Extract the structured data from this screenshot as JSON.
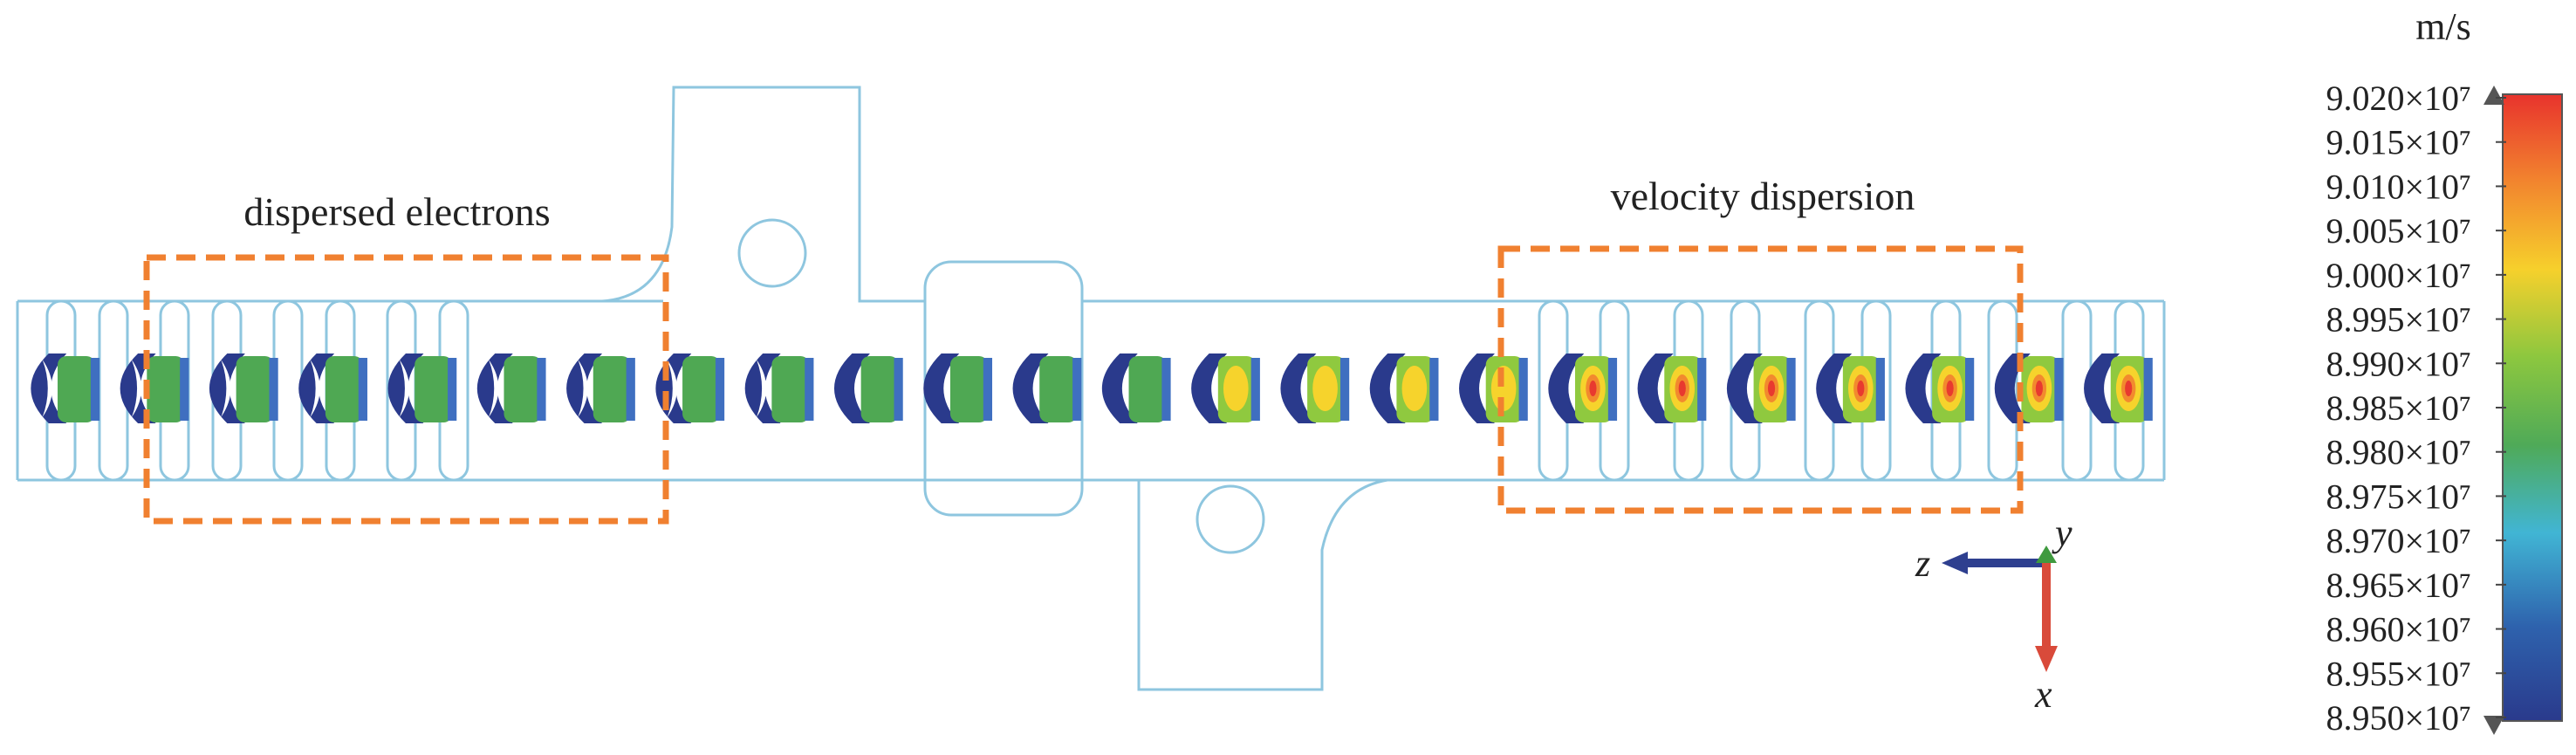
{
  "annotations": {
    "left_box_label": "dispersed electrons",
    "right_box_label": "velocity dispersion"
  },
  "axes": {
    "z": "z",
    "y": "y",
    "x": "x",
    "colors": {
      "z": "#2e3f8f",
      "y": "#3f9a3f",
      "x": "#d94a3a"
    }
  },
  "colorbar": {
    "unit": "m/s",
    "ticks": [
      "9.020×10⁷",
      "9.015×10⁷",
      "9.010×10⁷",
      "9.005×10⁷",
      "9.000×10⁷",
      "8.995×10⁷",
      "8.990×10⁷",
      "8.985×10⁷",
      "8.980×10⁷",
      "8.975×10⁷",
      "8.970×10⁷",
      "8.965×10⁷",
      "8.960×10⁷",
      "8.955×10⁷",
      "8.950×10⁷"
    ],
    "colors": [
      "#e83a2f",
      "#f28a2e",
      "#f6d32c",
      "#8fc93f",
      "#4fa853",
      "#3fb6d8",
      "#2b5aa6",
      "#2a3a8c"
    ]
  },
  "style": {
    "outline_color": "#8ec6df",
    "box_color": "#f08030",
    "bunch_colors": [
      "#2a3a8c",
      "#3f6fc0",
      "#56b6d6",
      "#4fa853",
      "#8fc93f",
      "#f6d32c",
      "#f28a2e",
      "#e83a2f"
    ]
  }
}
